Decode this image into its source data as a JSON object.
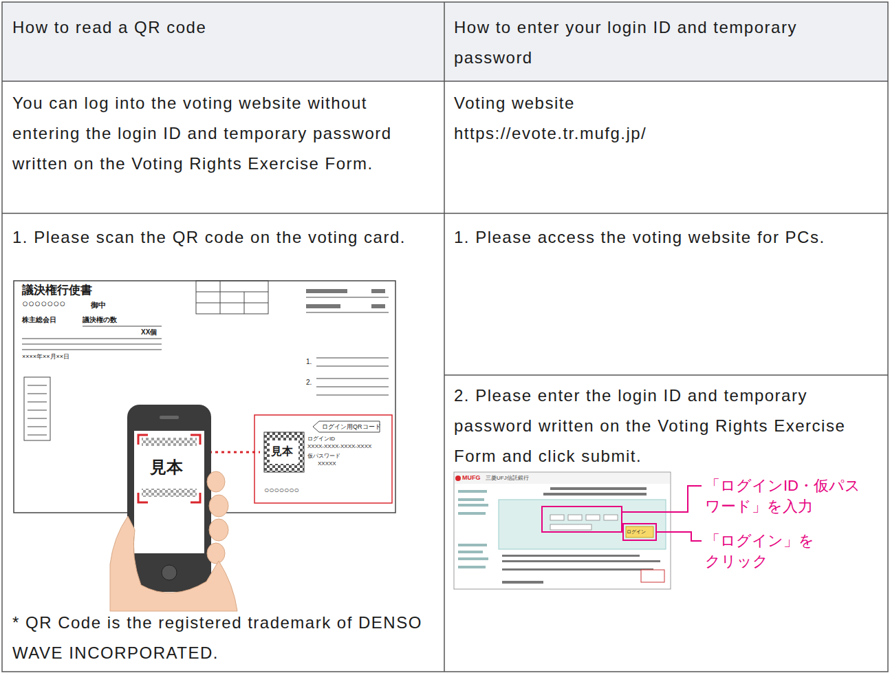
{
  "diagram": {
    "labels": [
      "How to read a QR code",
      "How to enter your login ID and temporary password",
      "You can log into the voting website without entering the login ID and temporary password written on the Voting Rights Exercise Form.",
      "Voting website",
      "https://evote.tr.mufg.jp/",
      "1. Please scan the QR code on the voting card.",
      "1. Please access the voting website for PCs.",
      "2. Please enter the login ID and temporary password written on the Voting Rights Exercise Form and click submit.",
      "議決権行使書",
      "○○○○○○○",
      "御中",
      "株主総会日",
      "議決権の数",
      "XX個",
      "××××年××月××日",
      "1.",
      "2.",
      "ログイン用QRコード",
      "見本",
      "ログインID",
      "XXXX-XXXX-XXXX-XXXX",
      "仮パスワード",
      "XXXXX",
      "○○○○○○○",
      "見本",
      "MUFG",
      "三菱UFJ信託銀行",
      "ログイン",
      "「ログインID・仮パスワード」を入力",
      "「ログイン」をクリック",
      "* QR Code is the registered trademark of DENSO WAVE INCORPORATED."
    ]
  }
}
